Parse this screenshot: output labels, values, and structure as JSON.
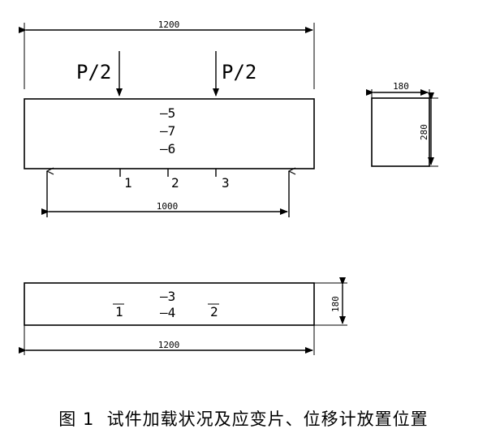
{
  "beam_elevation": {
    "total_length": "1200",
    "span": "1000",
    "load_left": "P/2",
    "load_right": "P/2",
    "side_gauges": [
      "—5",
      "—7",
      "—6"
    ],
    "bottom_gauges": [
      "1",
      "2",
      "3"
    ]
  },
  "cross_section": {
    "width": "180",
    "height": "280"
  },
  "beam_plan": {
    "total_length": "1200",
    "width": "180",
    "gauges": [
      "—3",
      "—4"
    ],
    "displacement_meters": [
      "1",
      "2"
    ]
  },
  "caption": "图 1  试件加载状况及应变片、位移计放置位置"
}
